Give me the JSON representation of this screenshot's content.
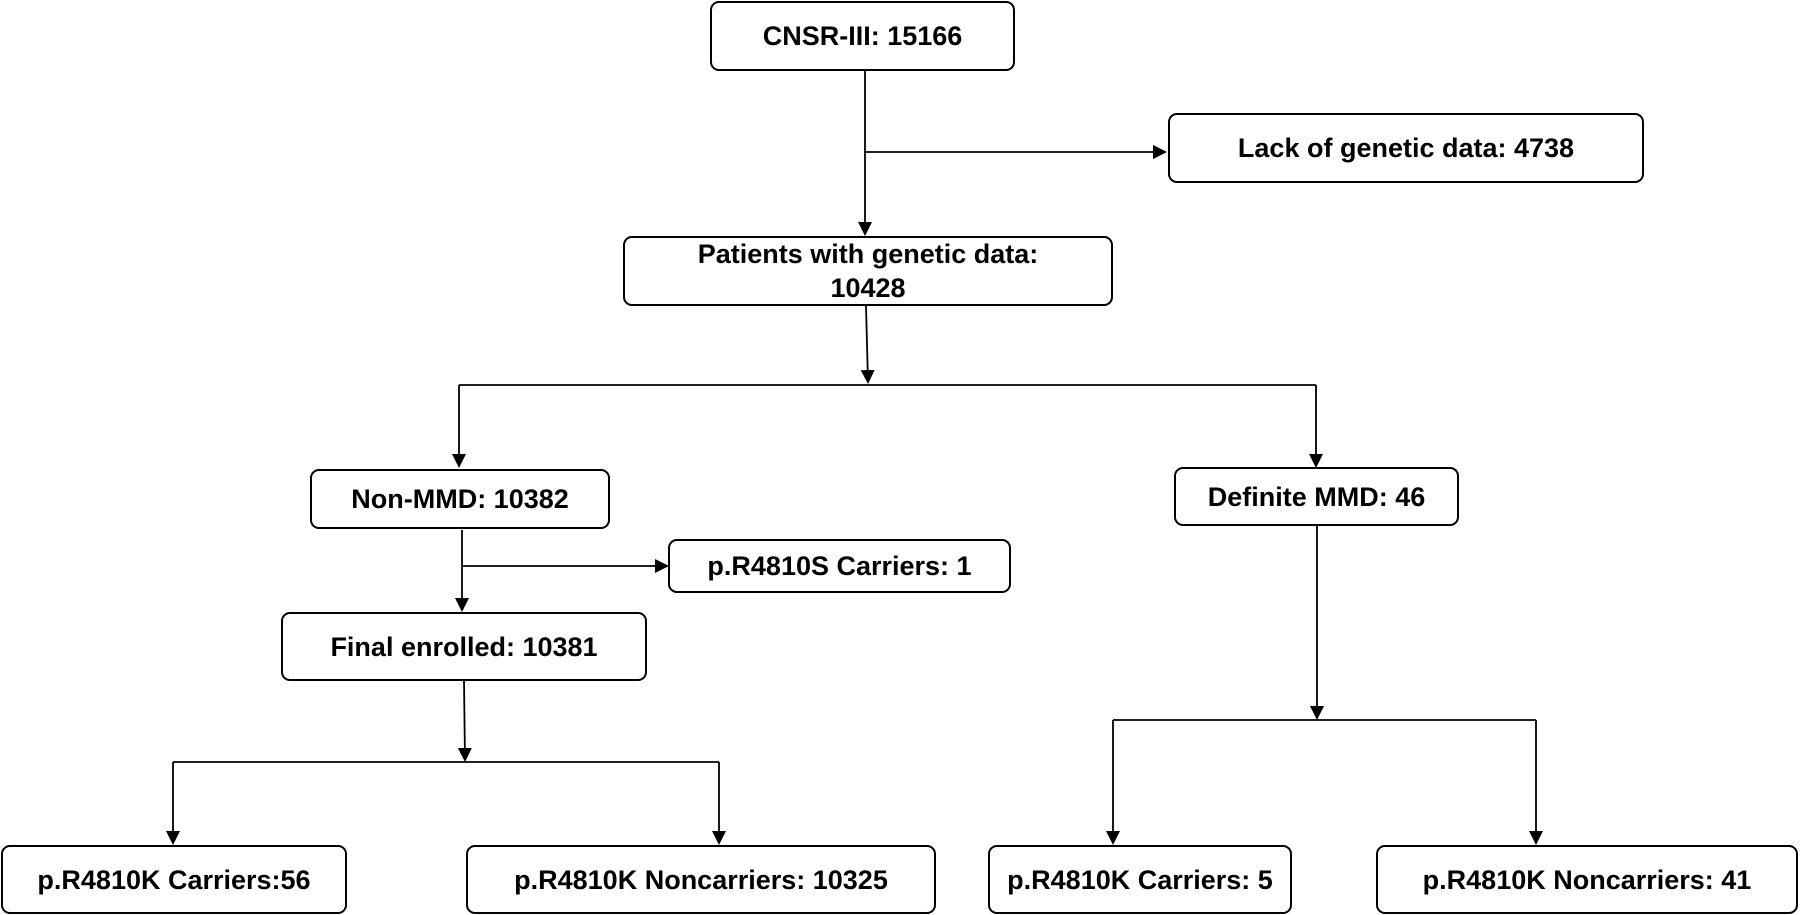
{
  "nodes": {
    "cnsr": {
      "label": "CNSR-III: 15166"
    },
    "lack_genetic": {
      "label": "Lack of genetic data: 4738"
    },
    "genetic_data": {
      "label_line1": "Patients with genetic data:",
      "label_line2": "10428"
    },
    "non_mmd": {
      "label": "Non-MMD: 10382"
    },
    "definite_mmd": {
      "label": "Definite MMD: 46"
    },
    "r4810s": {
      "label": "p.R4810S Carriers: 1"
    },
    "final_enrolled": {
      "label": "Final enrolled: 10381"
    },
    "nonmmd_carriers": {
      "label": "p.R4810K Carriers:56"
    },
    "nonmmd_noncarriers": {
      "label": "p.R4810K Noncarriers: 10325"
    },
    "mmd_carriers": {
      "label": "p.R4810K Carriers: 5"
    },
    "mmd_noncarriers": {
      "label": "p.R4810K Noncarriers: 41"
    }
  },
  "colors": {
    "stroke": "#000000",
    "background": "#ffffff"
  }
}
